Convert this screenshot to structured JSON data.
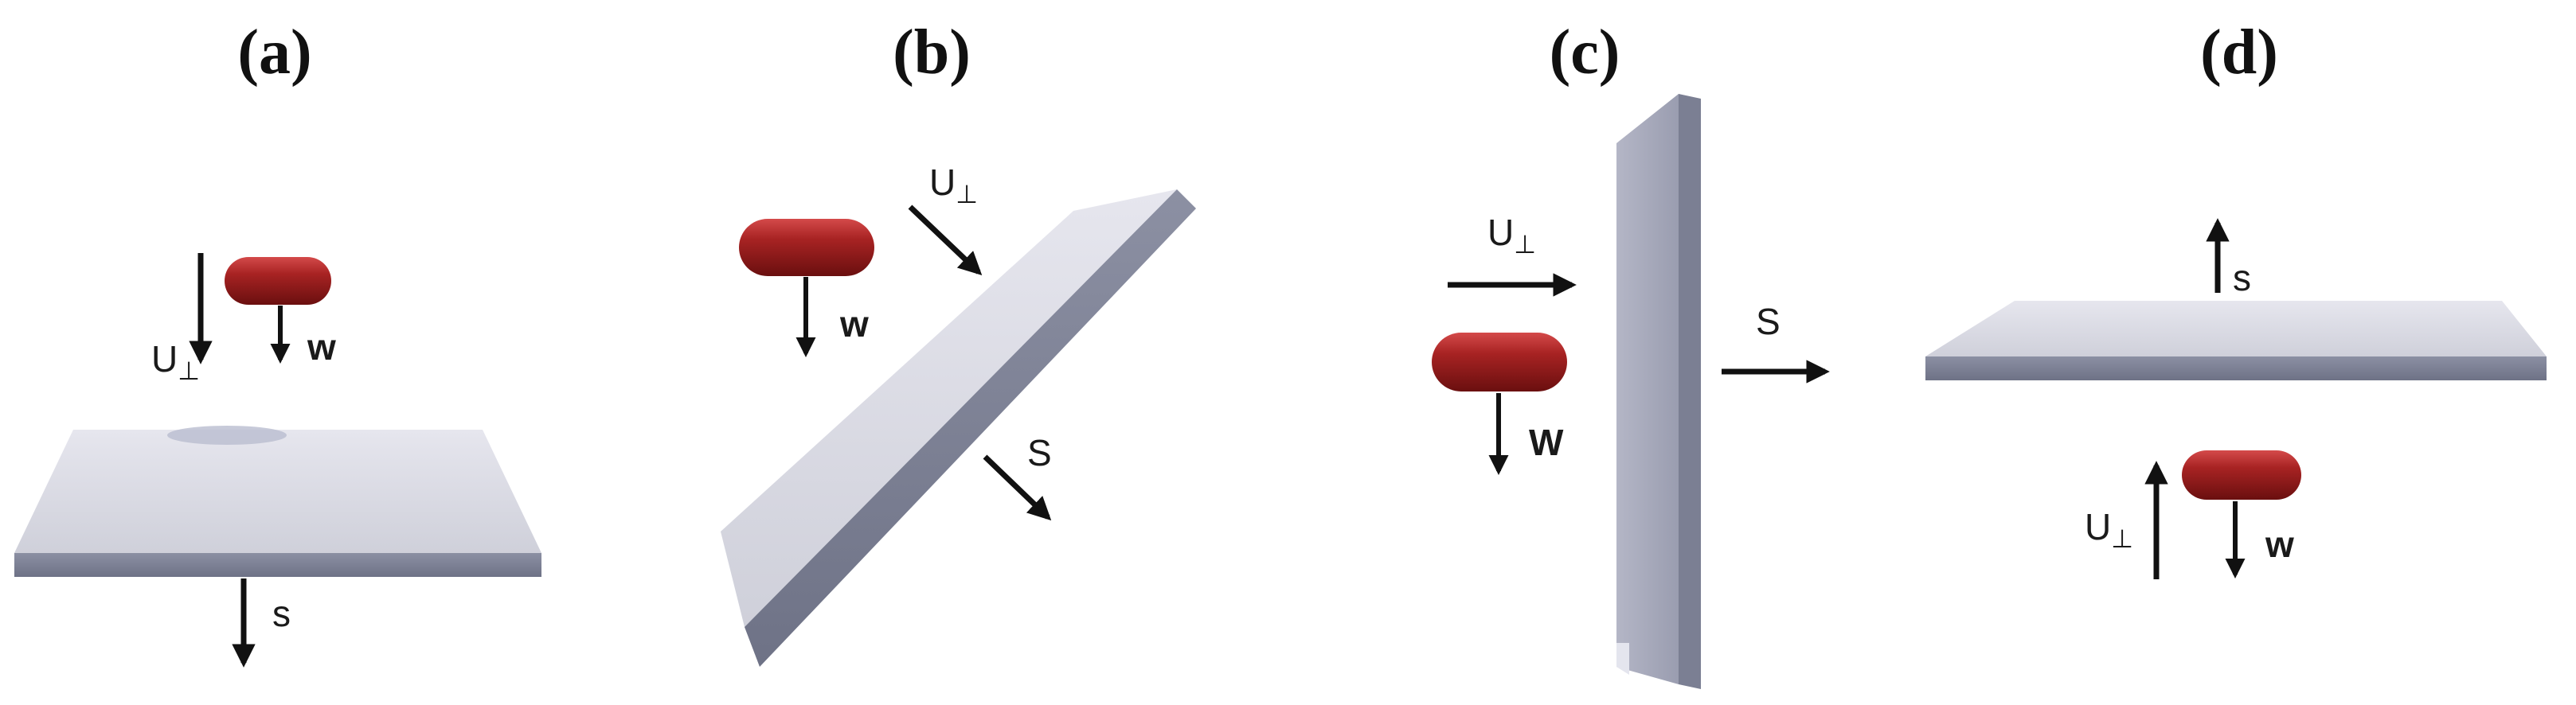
{
  "panels": [
    {
      "label": "(a)",
      "velocity": "U",
      "velocity_sub": "⊥",
      "settling": "w",
      "surface_normal": "s"
    },
    {
      "label": "(b)",
      "velocity": "U",
      "velocity_sub": "⊥",
      "settling": "w",
      "surface_normal": "S"
    },
    {
      "label": "(c)",
      "velocity": "U",
      "velocity_sub": "⊥",
      "settling": "W",
      "surface_normal": "S"
    },
    {
      "label": "(d)",
      "velocity": "U",
      "velocity_sub": "⊥",
      "settling": "w",
      "surface_normal": "s"
    }
  ],
  "colors": {
    "plate_top": "#d9d9e3",
    "plate_edge": "#7e8295",
    "capsule": "#9e1f1f",
    "arrow": "#111111"
  }
}
